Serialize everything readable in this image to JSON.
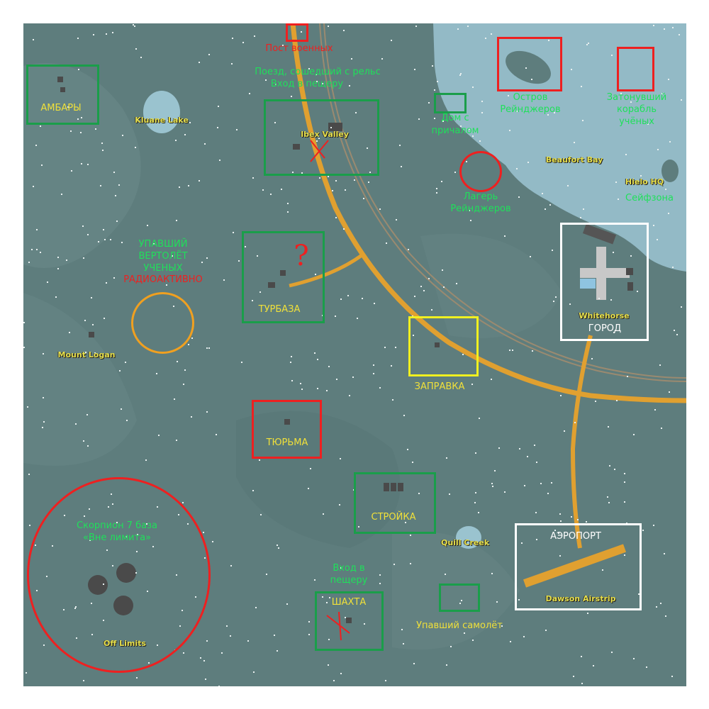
{
  "map": {
    "colors": {
      "land": "#5e7d7d",
      "sea": "#93bac6",
      "road": "#e0a030",
      "rail": "#9a8a70",
      "green": "#1fe05a",
      "red": "#ee2020",
      "yellow": "#f0e03a",
      "white": "#ffffff",
      "orange": "#f0a020"
    },
    "place_labels": {
      "kluane_lake": "Kluane Lake",
      "ibex_valley": "Ibex Valley",
      "beaufort_bay": "Beaufort Bay",
      "hielo_hq": "Hielo HQ",
      "mount_logan": "Mount Logan",
      "whitehorse": "Whitehorse",
      "quill_creek": "Quill Creek",
      "dawson_airstrip": "Dawson Airstrip",
      "off_limits": "Off Limits"
    },
    "annotations": {
      "military_post": "Пост военных",
      "derailed_train": "Поезд, сошедший с рельс",
      "cave_entrance_1": "Вход в пещеру",
      "barns": "АМБАРЫ",
      "house_pier_1": "Дом с",
      "house_pier_2": "причалом",
      "ranger_island_1": "Остров",
      "ranger_island_2": "Рейнджеров",
      "sunken_ship_1": "Затонувший",
      "sunken_ship_2": "корабль",
      "sunken_ship_3": "учёных",
      "ranger_camp_1": "Лагерь",
      "ranger_camp_2": "Рейнджеров",
      "safezone": "Сейфзона",
      "heli_1": "УПАВШИЙ",
      "heli_2": "ВЕРТОЛЁТ",
      "heli_3": "УЧЕНЫХ",
      "radioactive": "РАДИОАКТИВНО",
      "tourbase": "ТУРБАЗА",
      "city": "ГОРОД",
      "gas_station": "ЗАПРАВКА",
      "prison": "ТЮРЬМА",
      "construction": "СТРОЙКА",
      "airport": "АЭРОПОРТ",
      "scorpion_1": "Скорпион 7 база",
      "scorpion_2": "«Вне лимита»",
      "cave_entrance_2a": "Вход в",
      "cave_entrance_2b": "пещеру",
      "mine": "ШАХТА",
      "crashed_plane": "Упавший самолёт",
      "question_mark": "?"
    }
  }
}
